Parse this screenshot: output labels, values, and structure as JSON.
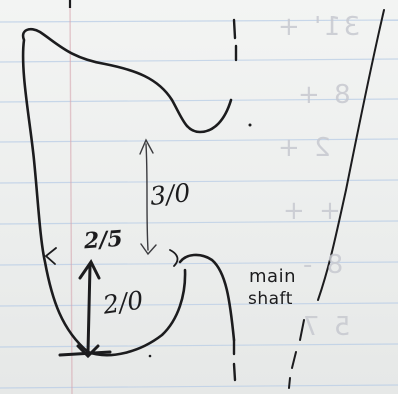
{
  "sketch": {
    "labels": {
      "upper_gap": "3/0",
      "neck_width": "2/5",
      "lower_depth": "2/0",
      "part_line1": "main",
      "part_line2": "shaft"
    },
    "bleed_through_marks": [
      "31' +",
      "8 +",
      "2 +",
      "+ +",
      "8 -",
      "5 7"
    ],
    "colors": {
      "paper": "#eceeed",
      "ruled_line": "#b9cde6",
      "margin_line": "#d7a7b0",
      "ink": "#1c1c1e"
    }
  }
}
